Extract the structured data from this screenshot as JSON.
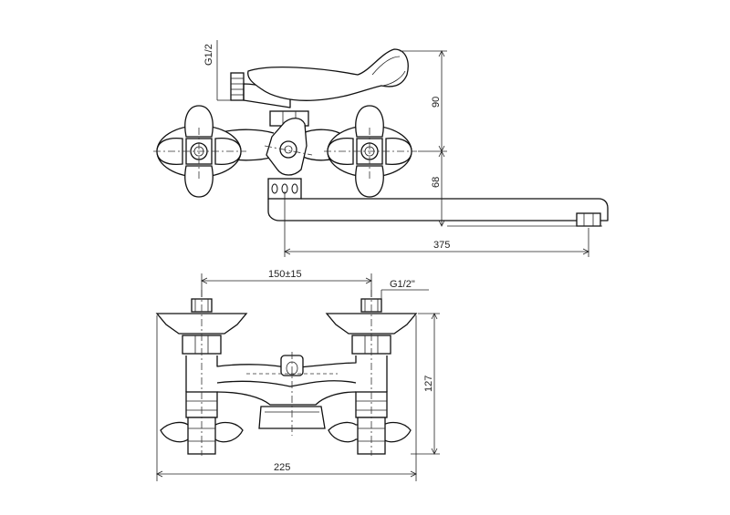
{
  "drawing": {
    "top_view": {
      "thread_label": "G1/2",
      "dim_height_upper": "90",
      "dim_height_lower": "68",
      "dim_spout_length": "375"
    },
    "front_view": {
      "dim_center_distance": "150±15",
      "thread_label": "G1/2\"",
      "dim_height": "127",
      "dim_width": "225"
    }
  }
}
